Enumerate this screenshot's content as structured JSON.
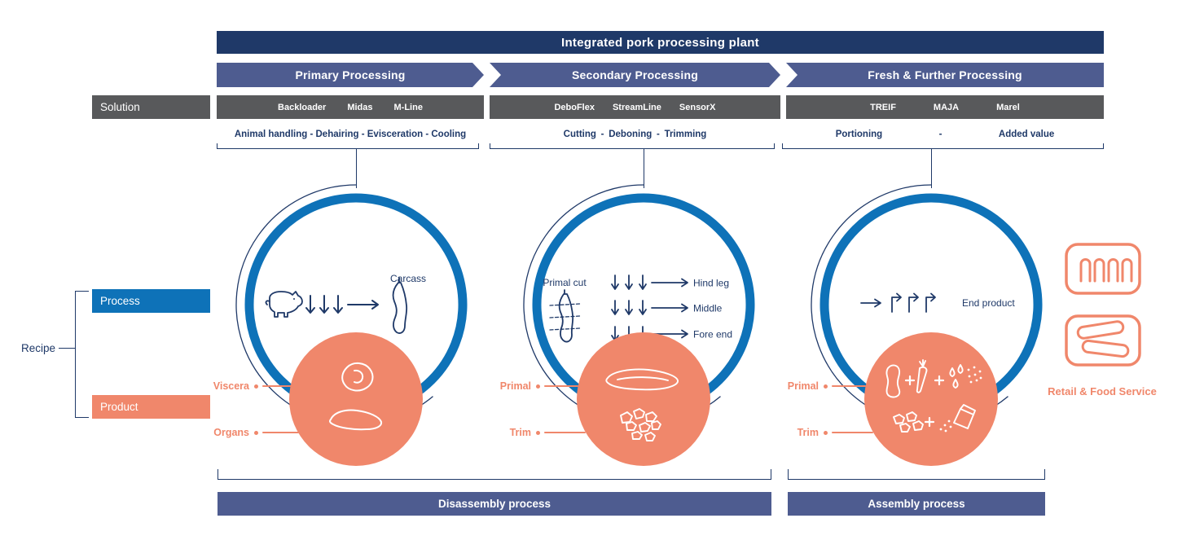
{
  "colors": {
    "navy": "#1F3968",
    "slate": "#4E5C90",
    "gray": "#58595B",
    "blue": "#0E72B8",
    "orange": "#F0876B"
  },
  "header": {
    "title": "Integrated pork processing plant"
  },
  "side_labels": {
    "solution": "Solution",
    "process": "Process",
    "product": "Product",
    "recipe": "Recipe"
  },
  "stages": [
    {
      "label": "Primary Processing",
      "solutions": [
        "Backloader",
        "Midas",
        "M-Line"
      ],
      "steps": "Animal handling - Dehairing - Evisceration - Cooling"
    },
    {
      "label": "Secondary Processing",
      "solutions": [
        "DeboFlex",
        "StreamLine",
        "SensorX"
      ],
      "steps": "Cutting - Deboning - Trimming"
    },
    {
      "label": "Fresh & Further Processing",
      "solutions": [
        "TREIF",
        "MAJA",
        "Marel"
      ],
      "steps_parts": [
        "Portioning",
        "-",
        "Added value"
      ]
    }
  ],
  "process_circles": [
    {
      "output_label": "Carcass",
      "product_outputs": [
        "Viscera",
        "Organs"
      ]
    },
    {
      "input_label": "Primal cut",
      "outputs": [
        "Hind leg",
        "Middle",
        "Fore end"
      ],
      "product_outputs": [
        "Primal",
        "Trim"
      ]
    },
    {
      "output_label": "End product",
      "product_outputs": [
        "Primal",
        "Trim"
      ]
    }
  ],
  "retail": {
    "label": "Retail & Food Service"
  },
  "footer": {
    "disassembly": "Disassembly process",
    "assembly": "Assembly process"
  }
}
